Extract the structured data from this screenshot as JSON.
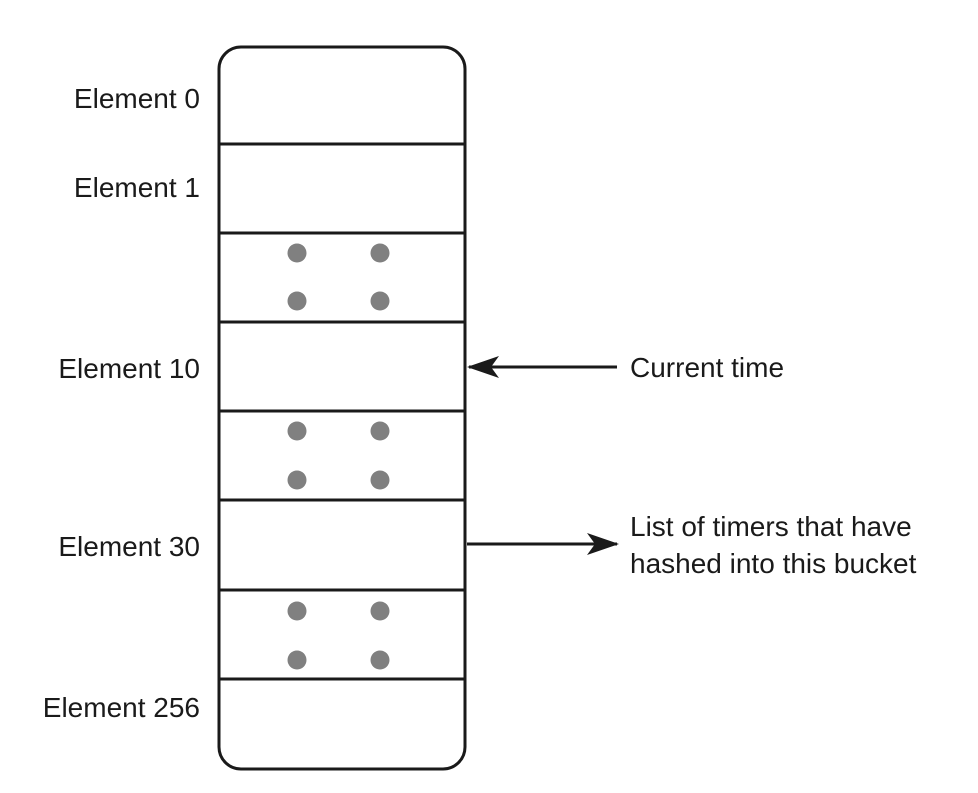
{
  "labels": {
    "element_0": "Element 0",
    "element_1": "Element 1",
    "element_10": "Element 10",
    "element_30": "Element 30",
    "element_256": "Element 256"
  },
  "annotations": {
    "current_time": "Current time",
    "list_line_1": "List of timers that have",
    "list_line_2": "hashed into this bucket"
  },
  "colors": {
    "stroke": "#1a1a1a",
    "dots": "#808080",
    "text": "#1a1a1a"
  }
}
